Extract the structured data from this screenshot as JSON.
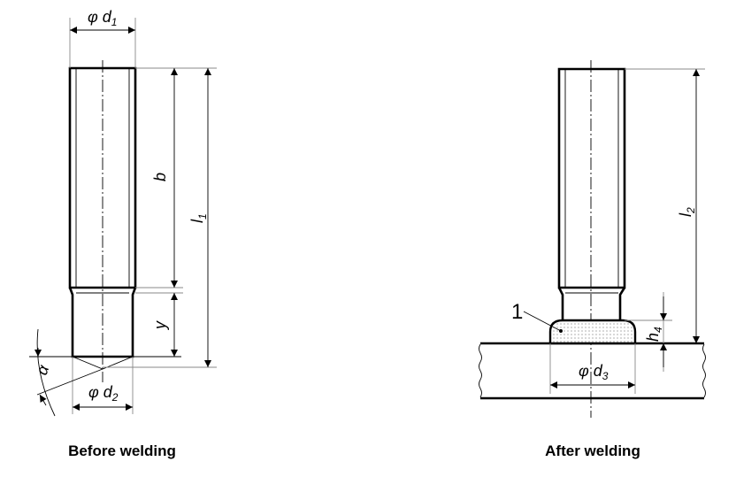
{
  "left_figure": {
    "caption": "Before welding",
    "dimensions": {
      "d1": {
        "symbol": "φ d",
        "subscript": "1"
      },
      "d2": {
        "symbol": "φ d",
        "subscript": "2"
      },
      "b": "b",
      "l1": {
        "symbol": "l",
        "subscript": "1"
      },
      "y": "y",
      "alpha": "α"
    }
  },
  "right_figure": {
    "caption": "After welding",
    "callout": "1",
    "dimensions": {
      "d3": {
        "symbol": "φ d",
        "subscript": "3"
      },
      "l2": {
        "symbol": "l",
        "subscript": "2"
      },
      "h4": {
        "symbol": "h",
        "subscript": "4"
      }
    }
  },
  "colors": {
    "line": "#000000",
    "extension": "#888888",
    "weld_fill": "#e8e8e8"
  }
}
